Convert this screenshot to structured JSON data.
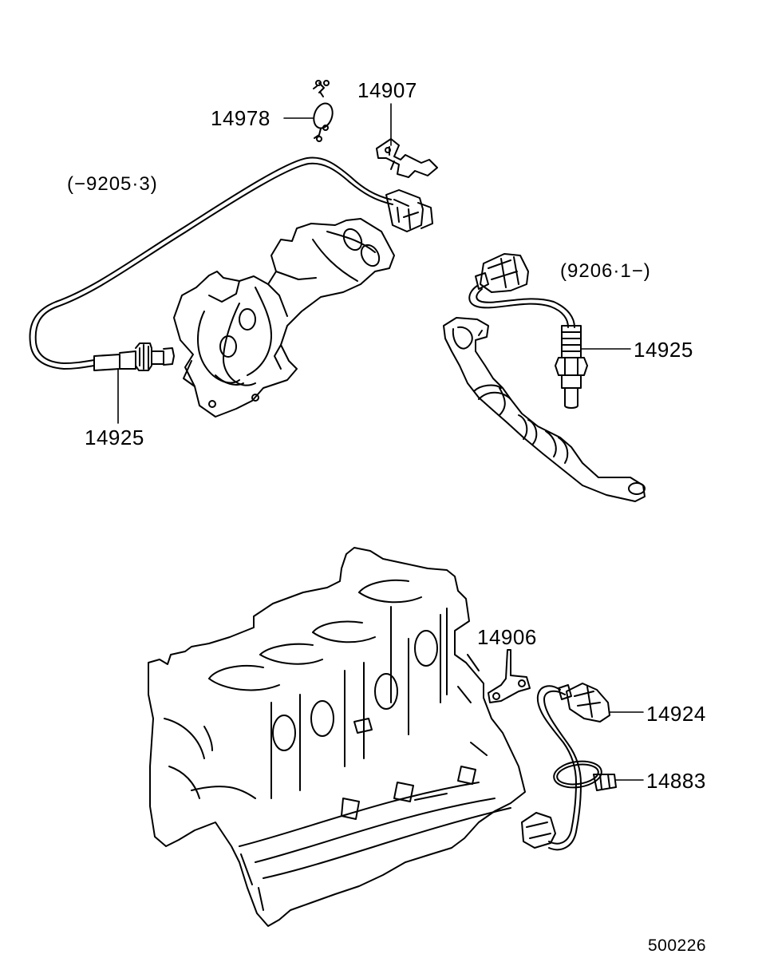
{
  "labels": {
    "part_14978": "14978",
    "part_14907": "14907",
    "note_early": "(−9205·3)",
    "part_14925_left": "14925",
    "note_late": "(9206·1−)",
    "part_14925_right": "14925",
    "part_14906": "14906",
    "part_14924": "14924",
    "part_14883": "14883"
  },
  "diagram_id": "500226",
  "colors": {
    "line": "#000000",
    "background": "#ffffff"
  }
}
